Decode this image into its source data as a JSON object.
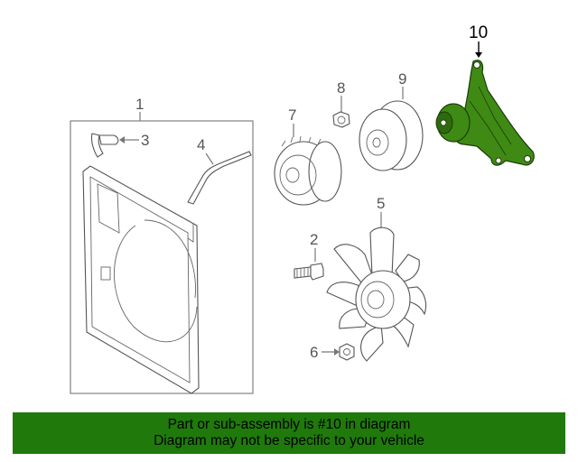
{
  "callouts": {
    "c1": "1",
    "c2": "2",
    "c3": "3",
    "c4": "4",
    "c5": "5",
    "c6": "6",
    "c7": "7",
    "c8": "8",
    "c9": "9",
    "c10": "10"
  },
  "highlight_color": "#3f8a14",
  "footer": {
    "line1": "Part or sub-assembly is #10 in diagram",
    "line2": "Diagram may not be specific to your vehicle",
    "background": "#1f7a0b"
  }
}
